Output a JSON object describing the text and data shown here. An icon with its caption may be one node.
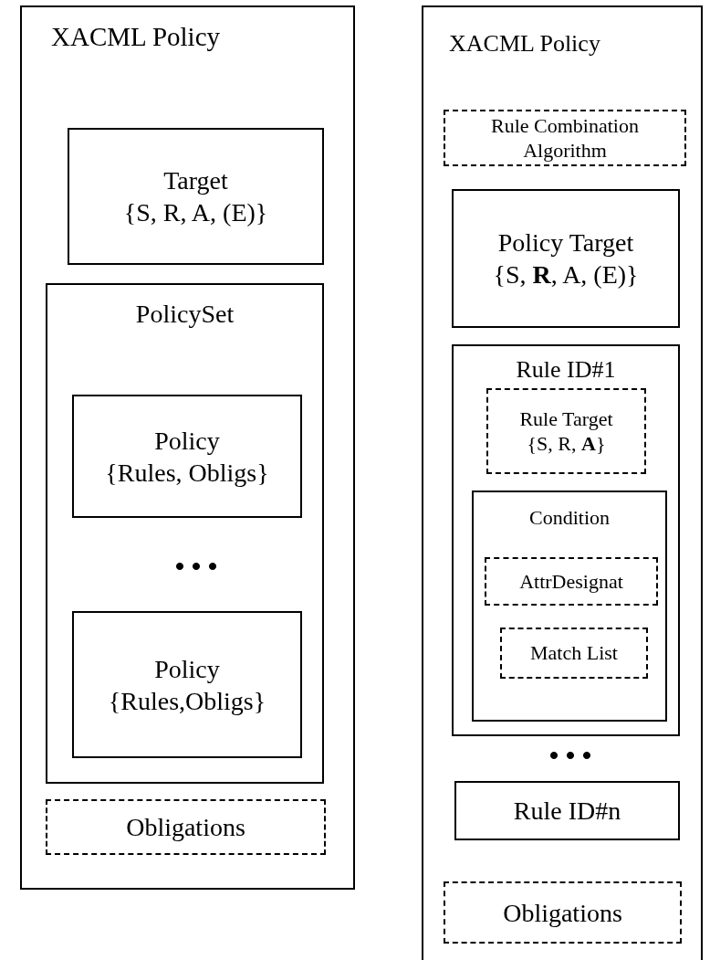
{
  "diagram": {
    "nodes": [
      {
        "text": [
          "XACML Policy"
        ]
      },
      {
        "text": [
          "Target",
          "{S, R, A, (E)}"
        ],
        "in": 0
      },
      {
        "text": [
          "PolicySet"
        ],
        "in": 0
      },
      {
        "text": [
          "Policy",
          "{Rules, Obligs}"
        ],
        "in": 2
      },
      {
        "text": [
          "Policy",
          "{Rules,Obligs}"
        ],
        "in": 2
      },
      {
        "text": [
          "Obligations"
        ],
        "in": 0
      },
      {
        "text": [
          "XACML Policy"
        ]
      },
      {
        "text": [
          "Rule Combination Algorithm"
        ],
        "in": 6
      },
      {
        "text": [
          "Policy Target",
          "{S, **R**, A, (E)}"
        ],
        "in": 6
      },
      {
        "text": [
          "Rule ID#1"
        ],
        "in": 6
      },
      {
        "text": [
          "Rule Target",
          "{S, R, **A**}"
        ],
        "in": 9
      },
      {
        "text": [
          "Condition"
        ],
        "in": 9
      },
      {
        "text": [
          "AttrDesignat"
        ],
        "in": 11
      },
      {
        "text": [
          "Match List"
        ],
        "in": 11
      },
      {
        "text": [
          "Rule ID#n"
        ],
        "in": 6
      },
      {
        "text": [
          "Obligations"
        ],
        "in": 6
      }
    ],
    "labels": [
      "• • •",
      "• • •"
    ]
  }
}
